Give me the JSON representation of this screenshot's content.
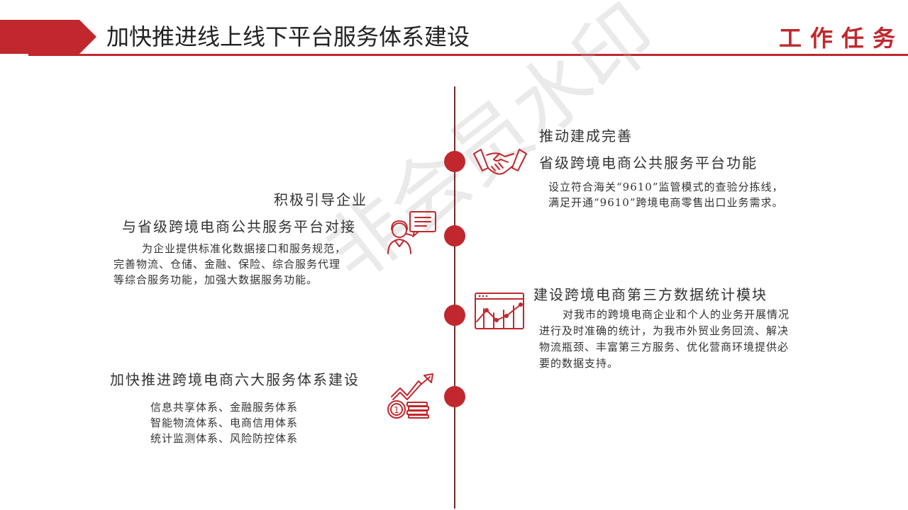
{
  "header": {
    "title": "加快推进线上线下平台服务体系建设",
    "tag": "工作任务"
  },
  "items": [
    {
      "title1": "推动建成完善",
      "title2": "省级跨境电商公共服务平台功能",
      "lines": [
        "设立符合海关“9610”监管模式的查验分拣线，",
        "满足开通“9610”跨境电商零售出口业务需求。"
      ],
      "icon": "handshake-icon"
    },
    {
      "title1": "积极引导企业",
      "title2": "与省级跨境电商公共服务平台对接",
      "lines": [
        "为企业提供标准化数据接口和服务规范，",
        "完善物流、仓储、金融、保险、综合服务代理",
        "等综合服务功能，加强大数据服务功能。"
      ],
      "icon": "customer-service-icon"
    },
    {
      "title1": "建设跨境电商第三方数据统计模块",
      "lines": [
        "对我市的跨境电商企业和个人的业务开展情况",
        "进行及时准确的统计，为我市外贸业务回流、解决",
        "物流瓶颈、丰富第三方服务、优化营商环境提供必",
        "要的数据支持。"
      ],
      "icon": "line-chart-icon"
    },
    {
      "title1": "加快推进跨境电商六大服务体系建设",
      "lines": [
        "信息共享体系、金融服务体系",
        "智能物流体系、电商信用体系",
        "统计监测体系、风险防控体系"
      ],
      "icon": "money-growth-icon"
    }
  ],
  "watermark": "非会员水印",
  "colors": {
    "accent": "#c0282d",
    "timeline": "#7a2a2a"
  }
}
